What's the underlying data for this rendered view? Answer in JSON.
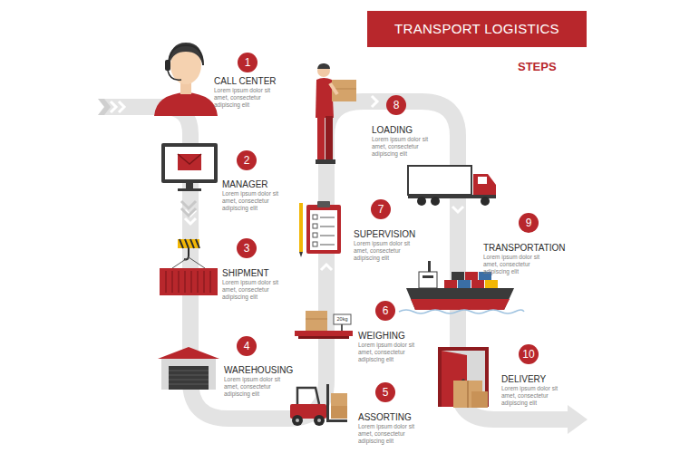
{
  "diagram": {
    "title": "TRANSPORT LOGISTICS",
    "nodes": [
      {
        "text": [
          "1",
          "CALL CENTER",
          "Lorem ipsum dolor sit amet, consectetur adipiscing elit"
        ]
      },
      {
        "text": [
          "2",
          "MANAGER",
          "Lorem ipsum dolor sit amet, consectetur adipiscing elit"
        ]
      },
      {
        "text": [
          "3",
          "SHIPMENT",
          "Lorem ipsum dolor sit amet, consectetur adipiscing elit"
        ]
      },
      {
        "text": [
          "4",
          "WAREHOUSING",
          "Lorem ipsum dolor sit amet, consectetur adipiscing elit"
        ]
      },
      {
        "text": [
          "5",
          "ASSORTING",
          "Lorem ipsum dolor sit amet, consectetur adipiscing elit"
        ]
      },
      {
        "text": [
          "6",
          "WEIGHING",
          "Lorem ipsum dolor sit amet, consectetur adipiscing elit"
        ]
      },
      {
        "text": [
          "7",
          "SUPERVISION",
          "Lorem ipsum dolor sit amet, consectetur adipiscing elit"
        ]
      },
      {
        "text": [
          "8",
          "LOADING",
          "Lorem ipsum dolor sit amet, consectetur adipiscing elit"
        ]
      },
      {
        "text": [
          "9",
          "TRANSPORTATION",
          "Lorem ipsum dolor sit amet, consectetur adipiscing elit"
        ]
      },
      {
        "text": [
          "10",
          "DELIVERY",
          "Lorem ipsum dolor sit amet, consectetur adipiscing elit"
        ]
      }
    ],
    "labels": [
      "STEPS",
      "20kg"
    ]
  }
}
